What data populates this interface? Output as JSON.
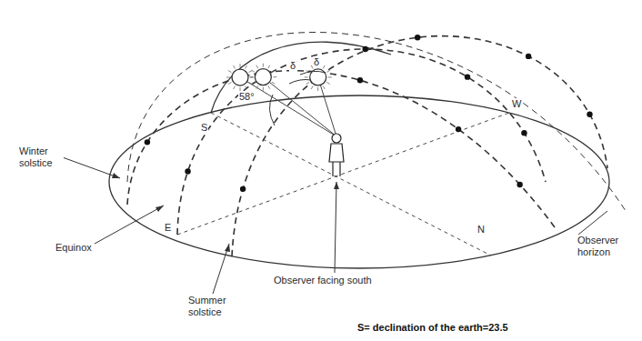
{
  "diagram": {
    "caption": "S= declination of the earth=23.5",
    "labels": [
      "Winter solstice",
      "S",
      "δ",
      "δ",
      "58°",
      "W",
      "Equinox",
      "E",
      "N",
      "Summer solstice",
      "Observer facing south",
      "Observer horizon"
    ]
  }
}
